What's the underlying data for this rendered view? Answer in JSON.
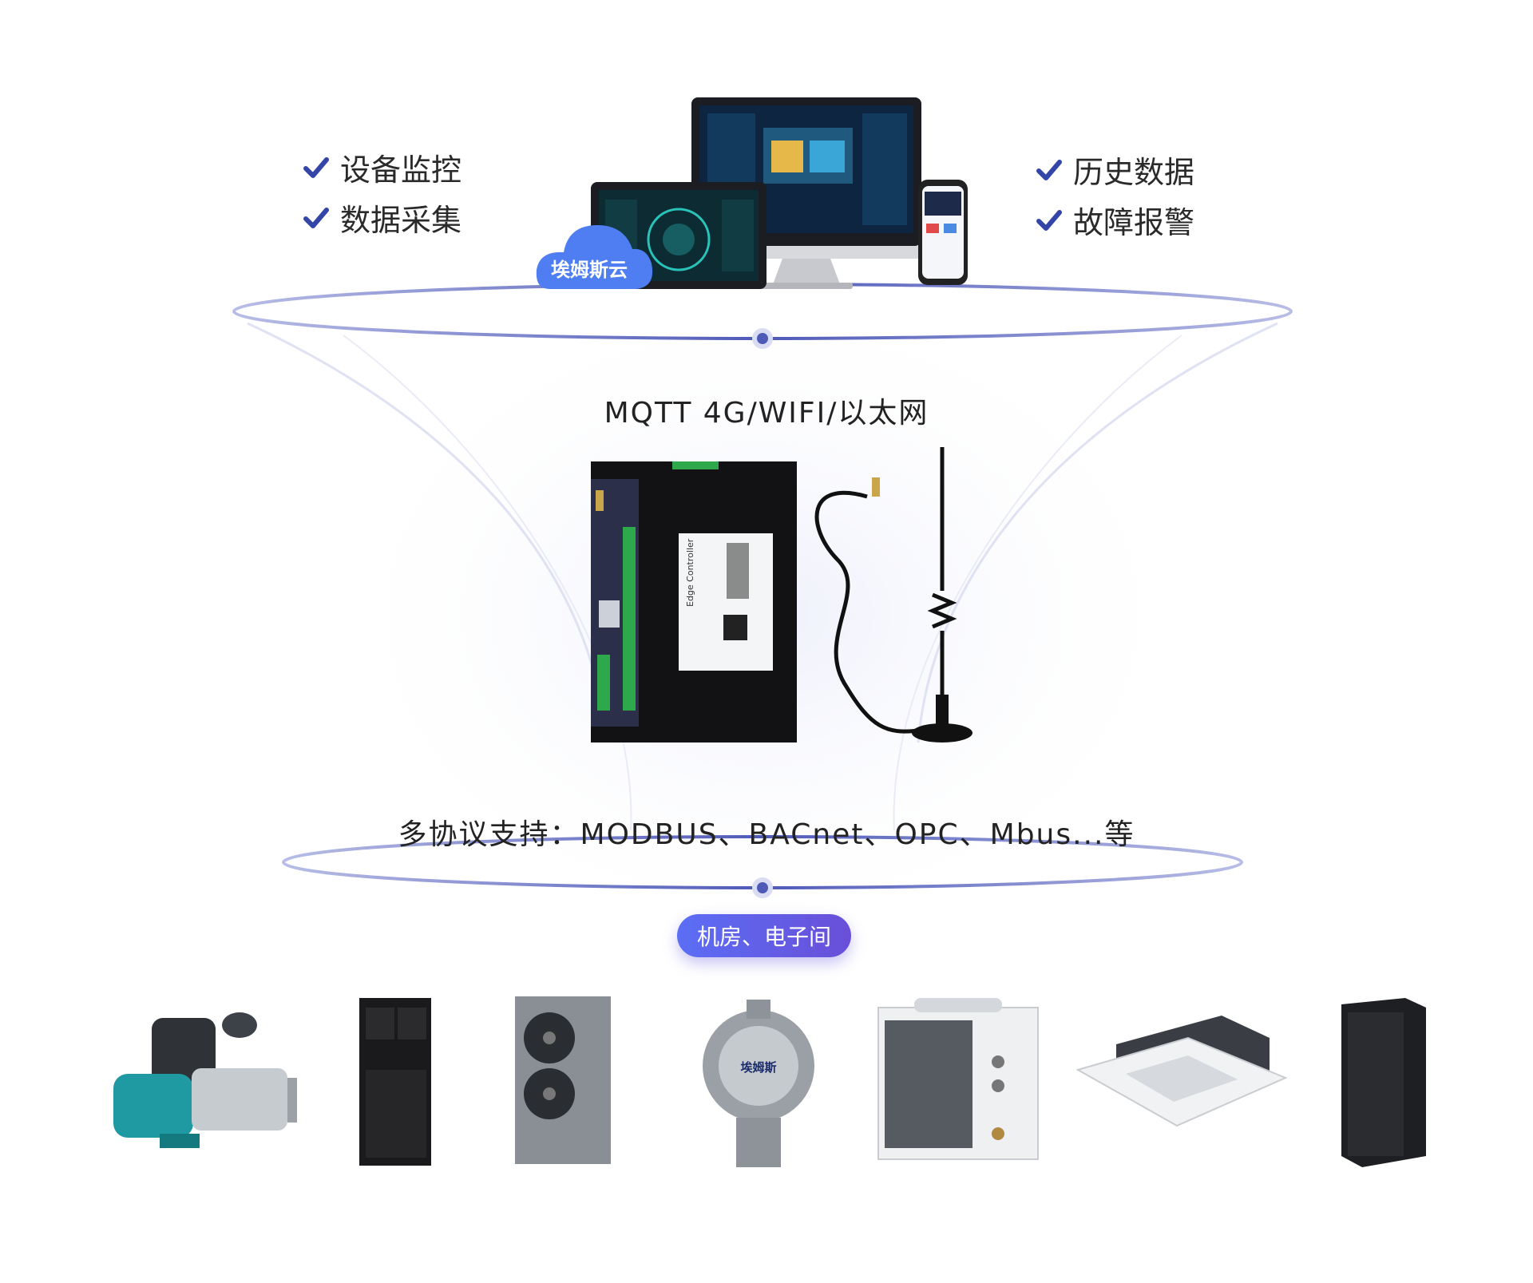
{
  "features_left": [
    "设备监控",
    "数据采集"
  ],
  "features_right": [
    "历史数据",
    "故障报警"
  ],
  "cloud_label": "埃姆斯云",
  "comm_text": "MQTT   4G/WIFI/以太网",
  "protocol_text": "多协议支持：MODBUS、BACnet、OPC、Mbus...等",
  "scene_badge": "机房、电子间",
  "controller_label": "Edge Controller",
  "brand_label": "埃姆斯",
  "colors": {
    "accent": "#5b6ef5",
    "ring": "#6b74c7",
    "check": "#3346a8"
  }
}
